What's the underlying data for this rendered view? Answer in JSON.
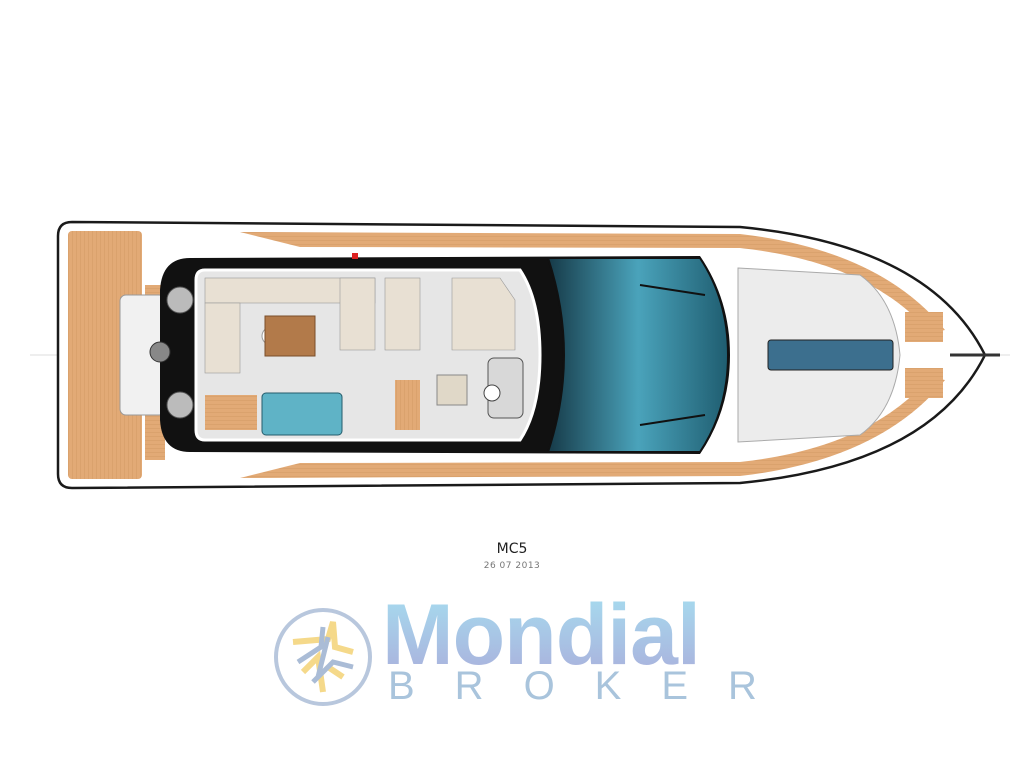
{
  "drawing": {
    "model": "MC5",
    "date": "26 07 2013"
  },
  "logo": {
    "brand": "Mondial",
    "subtitle": "BROKER"
  },
  "colors": {
    "teak": "#e0a772",
    "glass": "#3e8ea4",
    "hull_outline": "#1a1a1a",
    "logo_blue": "#a9bedf",
    "logo_yellow": "#f5d98a"
  }
}
